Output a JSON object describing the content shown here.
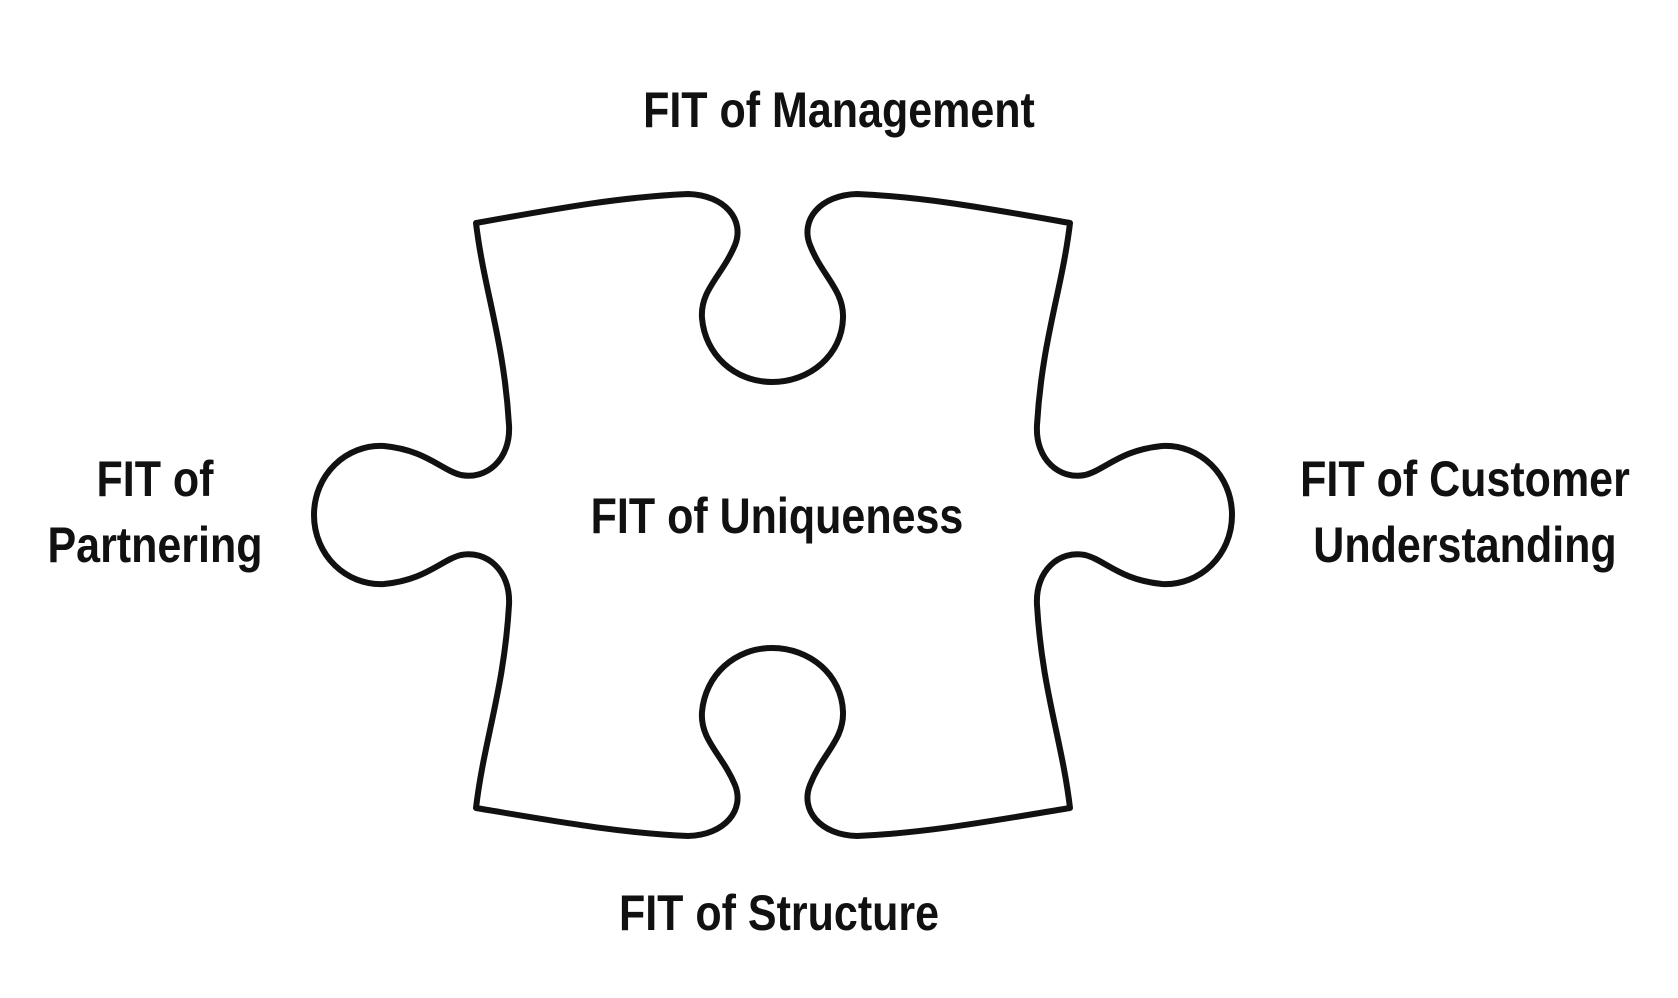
{
  "diagram": {
    "center_label": "FIT of Uniqueness",
    "top_label": "FIT of Management",
    "bottom_label": "FIT of Structure",
    "left_label": {
      "line1": "FIT of",
      "line2": "Partnering"
    },
    "right_label": {
      "line1": "FIT of Customer",
      "line2": "Understanding"
    },
    "shape": "puzzle-piece",
    "stroke_color": "#111111",
    "fill_color": "#ffffff",
    "background_color": "#ffffff"
  }
}
